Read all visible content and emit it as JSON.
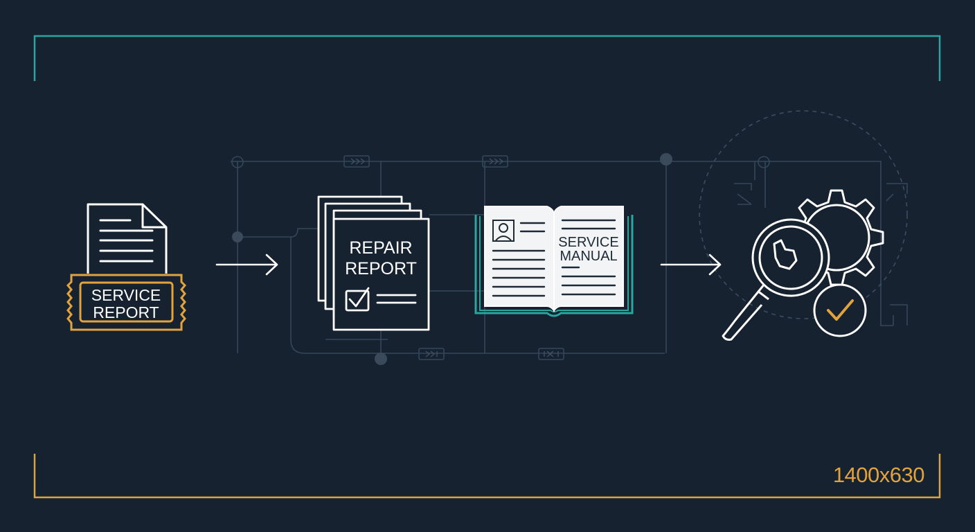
{
  "labels": {
    "service_report_line1": "SERVICE",
    "service_report_line2": "REPORT",
    "repair_report_line1": "REPAIR",
    "repair_report_line2": "REPORT",
    "service_manual_line1": "SERVICE",
    "service_manual_line2": "MANUAL",
    "dimensions": "1400x630"
  },
  "colors": {
    "background": "#16222f",
    "line": "#ffffff",
    "teal": "#2aa6a1",
    "orange": "#e2a23c",
    "circuit": "#3a4a5a"
  },
  "icons": [
    "document-icon",
    "stacked-documents-icon",
    "open-book-icon",
    "magnifier-gear-check-icon",
    "arrow-right-icon"
  ]
}
